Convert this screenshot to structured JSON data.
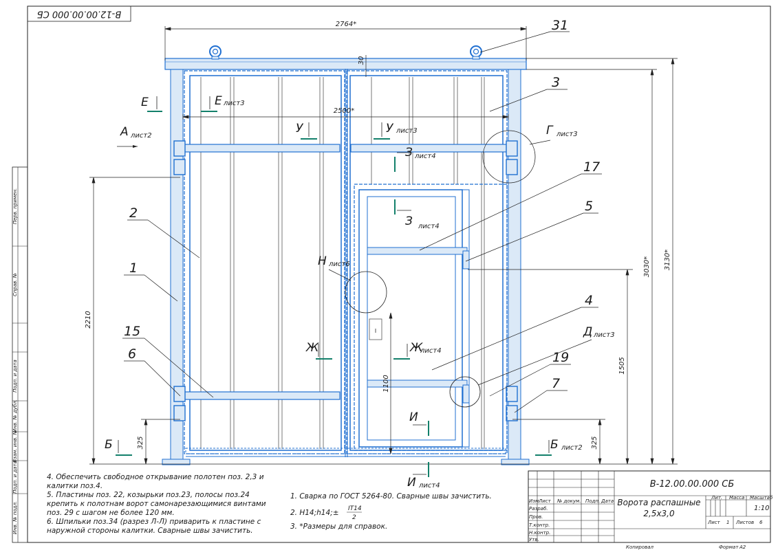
{
  "stamp_rotated": "В-12.00.00.000 СБ",
  "dimensions": {
    "overall_width": "2764*",
    "inner_width": "2500*",
    "top_gap": "30",
    "height_2210": "2210",
    "height_3030": "3030*",
    "height_3130": "3130*",
    "height_1505": "1505",
    "height_1100": "1100",
    "height_325_left": "325",
    "height_325_right": "325"
  },
  "callouts": [
    "31",
    "3",
    "2",
    "17",
    "5",
    "1",
    "4",
    "15",
    "6",
    "19",
    "7"
  ],
  "sections": {
    "E1": "Е",
    "E2": "Е",
    "E2_sheet": "лист3",
    "A": "А",
    "A_sheet": "лист2",
    "U1": "У",
    "U2": "У",
    "U2_sheet": "лист3",
    "Z1": "З",
    "Z1_sheet": "лист4",
    "Z2": "З",
    "Z2_sheet": "лист4",
    "G": "Г",
    "G_sheet": "лист3",
    "N": "Н",
    "N_sheet": "лист6",
    "Zh1": "Ж",
    "Zh2": "Ж",
    "Zh2_sheet": "лист4",
    "D": "Д",
    "D_sheet": "лист3",
    "I1": "И",
    "I2": "И",
    "I2_sheet": "лист4",
    "B1": "Б",
    "B2": "Б",
    "B2_sheet": "лист2"
  },
  "notes_left": [
    "4. Обеспечить свободное открывание полотен поз. 2,3 и",
    "калитки поз.4.",
    "5. Пластины поз. 22, козырьки поз.23, полосы поз.24",
    "крепить к полотнам ворот самонарезающимися винтами",
    "поз. 29 с шагом не более 120 мм.",
    "6. Шпильки поз.34 (разрез Л-Л) приварить к пластине с",
    "наружной стороны калитки. Сварные швы зачистить."
  ],
  "notes_right": {
    "n1": "1. Сварка по ГОСТ 5264-80. Сварные швы зачистить.",
    "n2_prefix": "2. H14;h14;±",
    "n2_num": "IT14",
    "n2_den": "2",
    "n3": "3. *Размеры для справок."
  },
  "side_stamps": [
    "Перв. примен.",
    "Справ. №",
    "Подп. и дата",
    "Инв. № дубл.",
    "Взам. инв. №",
    "Подп. и дата",
    "Инв. № подл."
  ],
  "title_block": {
    "designation": "В-12.00.00.000 СБ",
    "name_line1": "Ворота распашные",
    "name_line2": "2,5х3,0",
    "col_izm": "Изм",
    "col_list": "Лист",
    "col_doc": "№ докум.",
    "col_sign": "Подп.",
    "col_date": "Дата",
    "razrab": "Разраб.",
    "prov": "Пров.",
    "tkontr": "Т.контр.",
    "nkontr": "Н.контр.",
    "utv": "Утв.",
    "lit": "Лит.",
    "massa": "Масса",
    "masshtab": "Масштаб",
    "scale": "1:10",
    "sheet_label": "Лист",
    "sheet_no": "1",
    "sheets_label": "Листов",
    "sheets_no": "6",
    "copied": "Копировал",
    "format_label": "Формат",
    "format": "А2"
  }
}
